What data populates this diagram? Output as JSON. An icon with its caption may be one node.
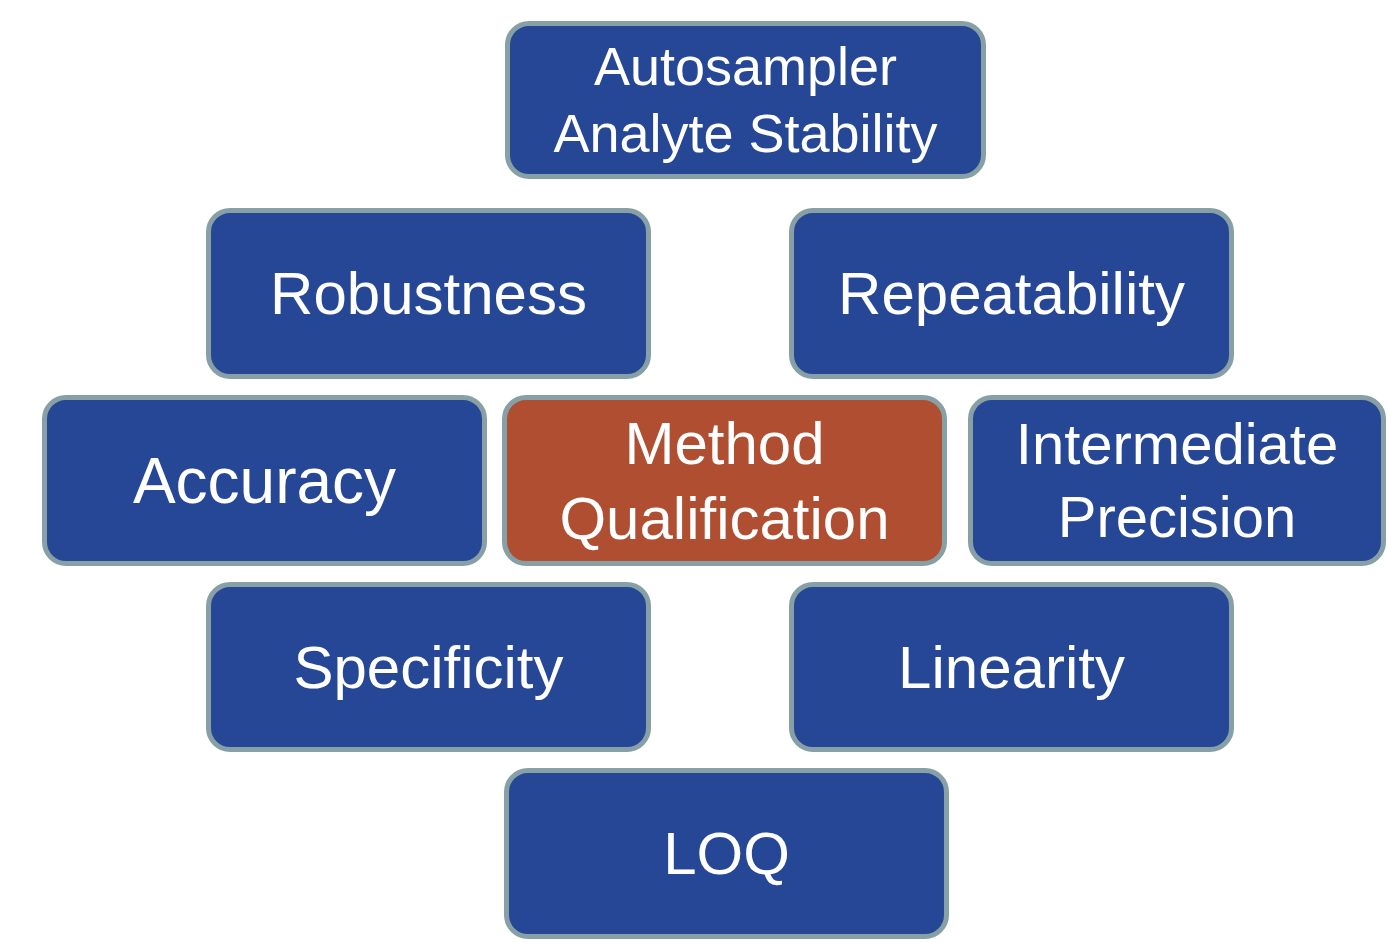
{
  "diagram": {
    "nodes": [
      {
        "text": [
          "Autosampler Analyte Stability"
        ]
      },
      {
        "text": [
          "Robustness"
        ]
      },
      {
        "text": [
          "Repeatability"
        ]
      },
      {
        "text": [
          "Accuracy"
        ]
      },
      {
        "text": [
          "Method Qualification"
        ]
      },
      {
        "text": [
          "Intermediate Precision"
        ]
      },
      {
        "text": [
          "Specificity"
        ]
      },
      {
        "text": [
          "Linearity"
        ]
      },
      {
        "text": [
          "LOQ"
        ]
      }
    ]
  }
}
